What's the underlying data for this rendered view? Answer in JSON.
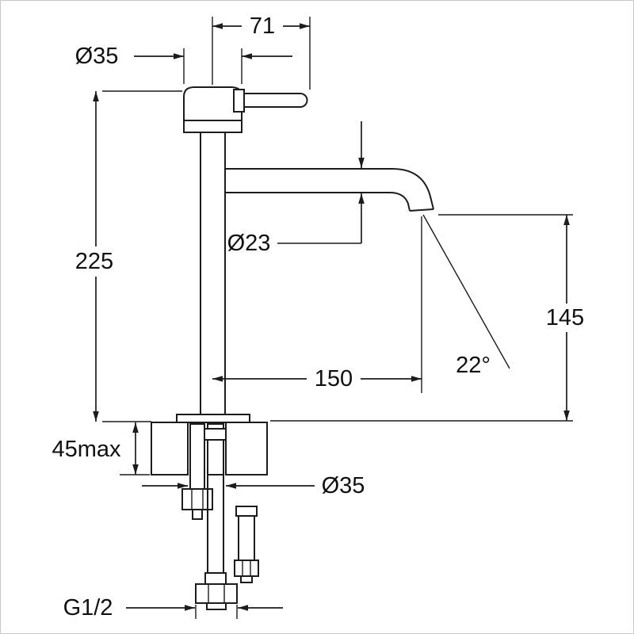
{
  "meta": {
    "description": "Technical dimension drawing of a tall single-lever basin mixer faucet",
    "background_color": "#ffffff",
    "line_color": "#1c1c1c",
    "border_color": "#c8c8c8"
  },
  "dimensions": {
    "handle_length": "71",
    "top_diameter": "Ø35",
    "overall_height": "225",
    "spout_diameter": "Ø23",
    "spout_reach": "150",
    "stream_angle": "22°",
    "outlet_height": "145",
    "max_deck_thickness": "45max",
    "hole_diameter": "Ø35",
    "connection_thread": "G1/2"
  }
}
